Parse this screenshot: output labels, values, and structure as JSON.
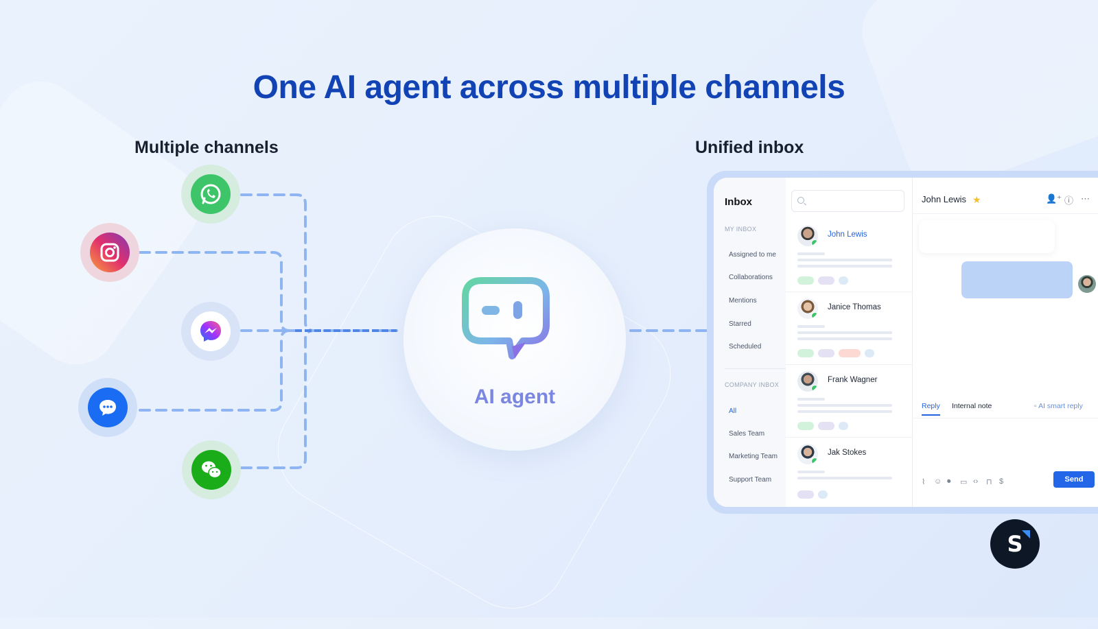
{
  "title": "One AI agent across multiple channels",
  "sections": {
    "channels_label": "Multiple channels",
    "inbox_label": "Unified inbox"
  },
  "channels": [
    {
      "name": "whatsapp-icon",
      "color": "#3ec56a"
    },
    {
      "name": "instagram-icon",
      "color": "#e1306c"
    },
    {
      "name": "messenger-icon",
      "color": "#8a4bff"
    },
    {
      "name": "chat-bubble-icon",
      "color": "#1a6cf2"
    },
    {
      "name": "wechat-icon",
      "color": "#1aad19"
    }
  ],
  "ai_agent": {
    "label": "AI agent",
    "icon": "ai-agent-chat-icon"
  },
  "inbox": {
    "title": "Inbox",
    "my_inbox": {
      "label": "MY INBOX",
      "items": [
        "Assigned to me",
        "Collaborations",
        "Mentions",
        "Starred",
        "Scheduled"
      ]
    },
    "company_inbox": {
      "label": "COMPANY INBOX",
      "items": [
        "All",
        "Sales Team",
        "Marketing Team",
        "Support Team"
      ]
    },
    "conversations": [
      {
        "name": "John Lewis",
        "active": true
      },
      {
        "name": "Janice Thomas",
        "active": false
      },
      {
        "name": "Frank Wagner",
        "active": false
      },
      {
        "name": "Jak Stokes",
        "active": false
      }
    ],
    "chat": {
      "contact": "John Lewis",
      "tabs": {
        "reply": "Reply",
        "note": "Internal note",
        "smart": "AI smart reply"
      },
      "send_label": "Send"
    }
  },
  "brand": {
    "logo_letter": "S"
  },
  "colors": {
    "accent": "#2366e8",
    "title": "#1243b5",
    "ai_label": "#7a86e0"
  }
}
